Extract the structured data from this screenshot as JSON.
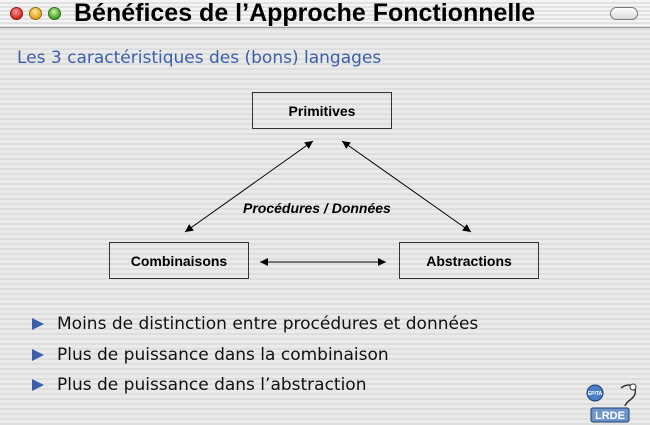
{
  "window": {
    "title": "Bénéfices de l’Approche Fonctionnelle",
    "controls": [
      {
        "name": "close",
        "color": "#d0251f"
      },
      {
        "name": "minimize",
        "color": "#e0a21a"
      },
      {
        "name": "zoom",
        "color": "#3ea42a"
      }
    ]
  },
  "slide": {
    "subtitle": "Les 3 caractéristiques des (bons) langages",
    "diagram": {
      "top_box": "Primitives",
      "left_box": "Combinaisons",
      "right_box": "Abstractions",
      "center_label": "Procédures / Données"
    },
    "bullets": [
      "Moins de distinction entre procédures et données",
      "Plus de puissance dans la combinaison",
      "Plus de puissance dans l’abstraction"
    ],
    "logo_text": "LRDE",
    "logo_badge": "EPITA"
  },
  "colors": {
    "accent": "#3b5fa8",
    "text": "#111111"
  }
}
